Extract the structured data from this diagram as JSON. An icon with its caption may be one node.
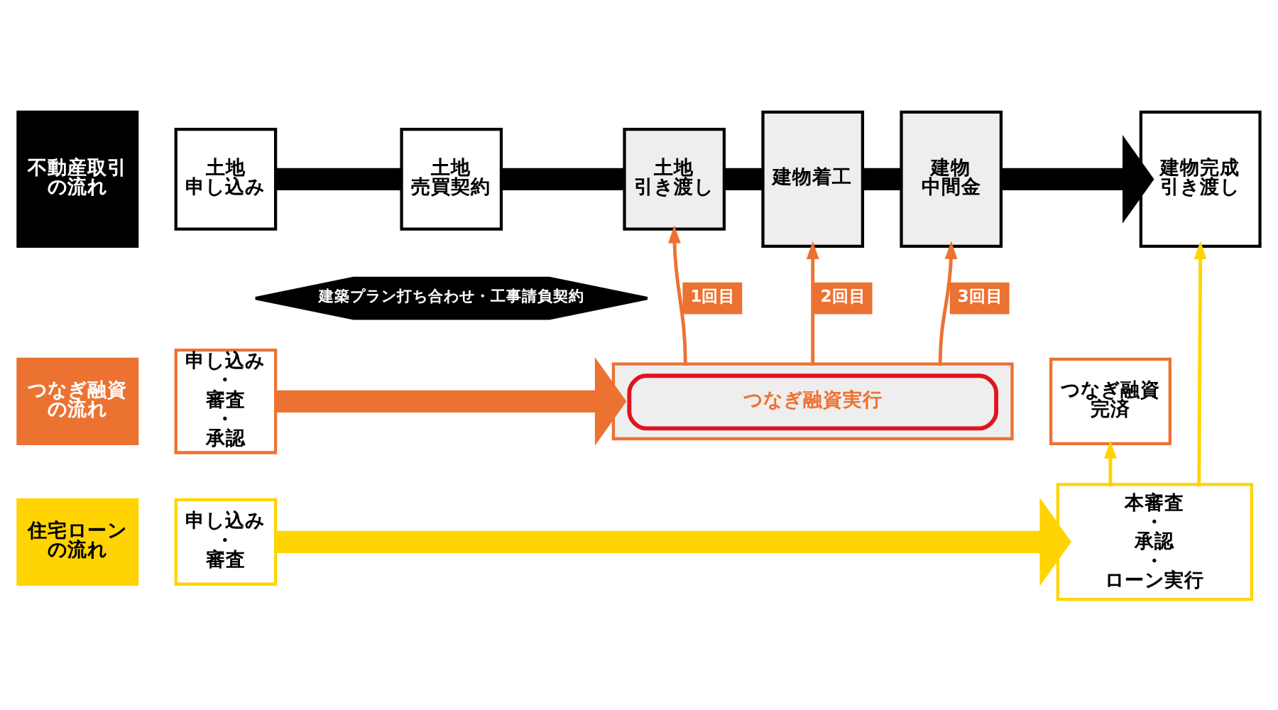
{
  "diagram": {
    "nodes": [
      {
        "text": [
          "不動産取引の流れ"
        ]
      },
      {
        "text": [
          "土地申し込み"
        ]
      },
      {
        "text": [
          "土地売買契約"
        ]
      },
      {
        "text": [
          "土地引き渡し"
        ]
      },
      {
        "text": [
          "建物着工"
        ]
      },
      {
        "text": [
          "建物中間金"
        ]
      },
      {
        "text": [
          "建物完成引き渡し"
        ]
      },
      {
        "text": [
          "建築プラン打ち合わせ・工事請負契約"
        ]
      },
      {
        "text": [
          "つなぎ融資の流れ"
        ]
      },
      {
        "text": [
          "申し込み・審査・承認"
        ]
      },
      {
        "text": [
          "つなぎ融資実行"
        ]
      },
      {
        "text": [
          "つなぎ融資完済"
        ]
      },
      {
        "text": [
          "住宅ローンの流れ"
        ]
      },
      {
        "text": [
          "申し込み・審査"
        ]
      },
      {
        "text": [
          "本審査・承認・ローン実行"
        ]
      }
    ],
    "edges": [
      {
        "from": 1,
        "to": 2,
        "arrow": "none"
      },
      {
        "from": 2,
        "to": 3,
        "arrow": "none"
      },
      {
        "from": 3,
        "to": 4,
        "arrow": "none"
      },
      {
        "from": 4,
        "to": 5,
        "arrow": "none"
      },
      {
        "from": 5,
        "to": 6,
        "arrow": "to"
      },
      {
        "from": 10,
        "to": 3,
        "arrow": "to",
        "label": "1回目",
        "color": "#ec7232"
      },
      {
        "from": 10,
        "to": 4,
        "arrow": "to",
        "label": "2回目",
        "color": "#ec7232"
      },
      {
        "from": 10,
        "to": 5,
        "arrow": "to",
        "label": "3回目",
        "color": "#ec7232"
      },
      {
        "from": 9,
        "to": 10,
        "arrow": "to",
        "color": "#ec7232"
      },
      {
        "from": 13,
        "to": 14,
        "arrow": "to",
        "color": "#ffd400"
      },
      {
        "from": 14,
        "to": 11,
        "arrow": "to",
        "color": "#ffd400"
      },
      {
        "from": 14,
        "to": 6,
        "arrow": "to",
        "color": "#ffd400"
      }
    ]
  }
}
